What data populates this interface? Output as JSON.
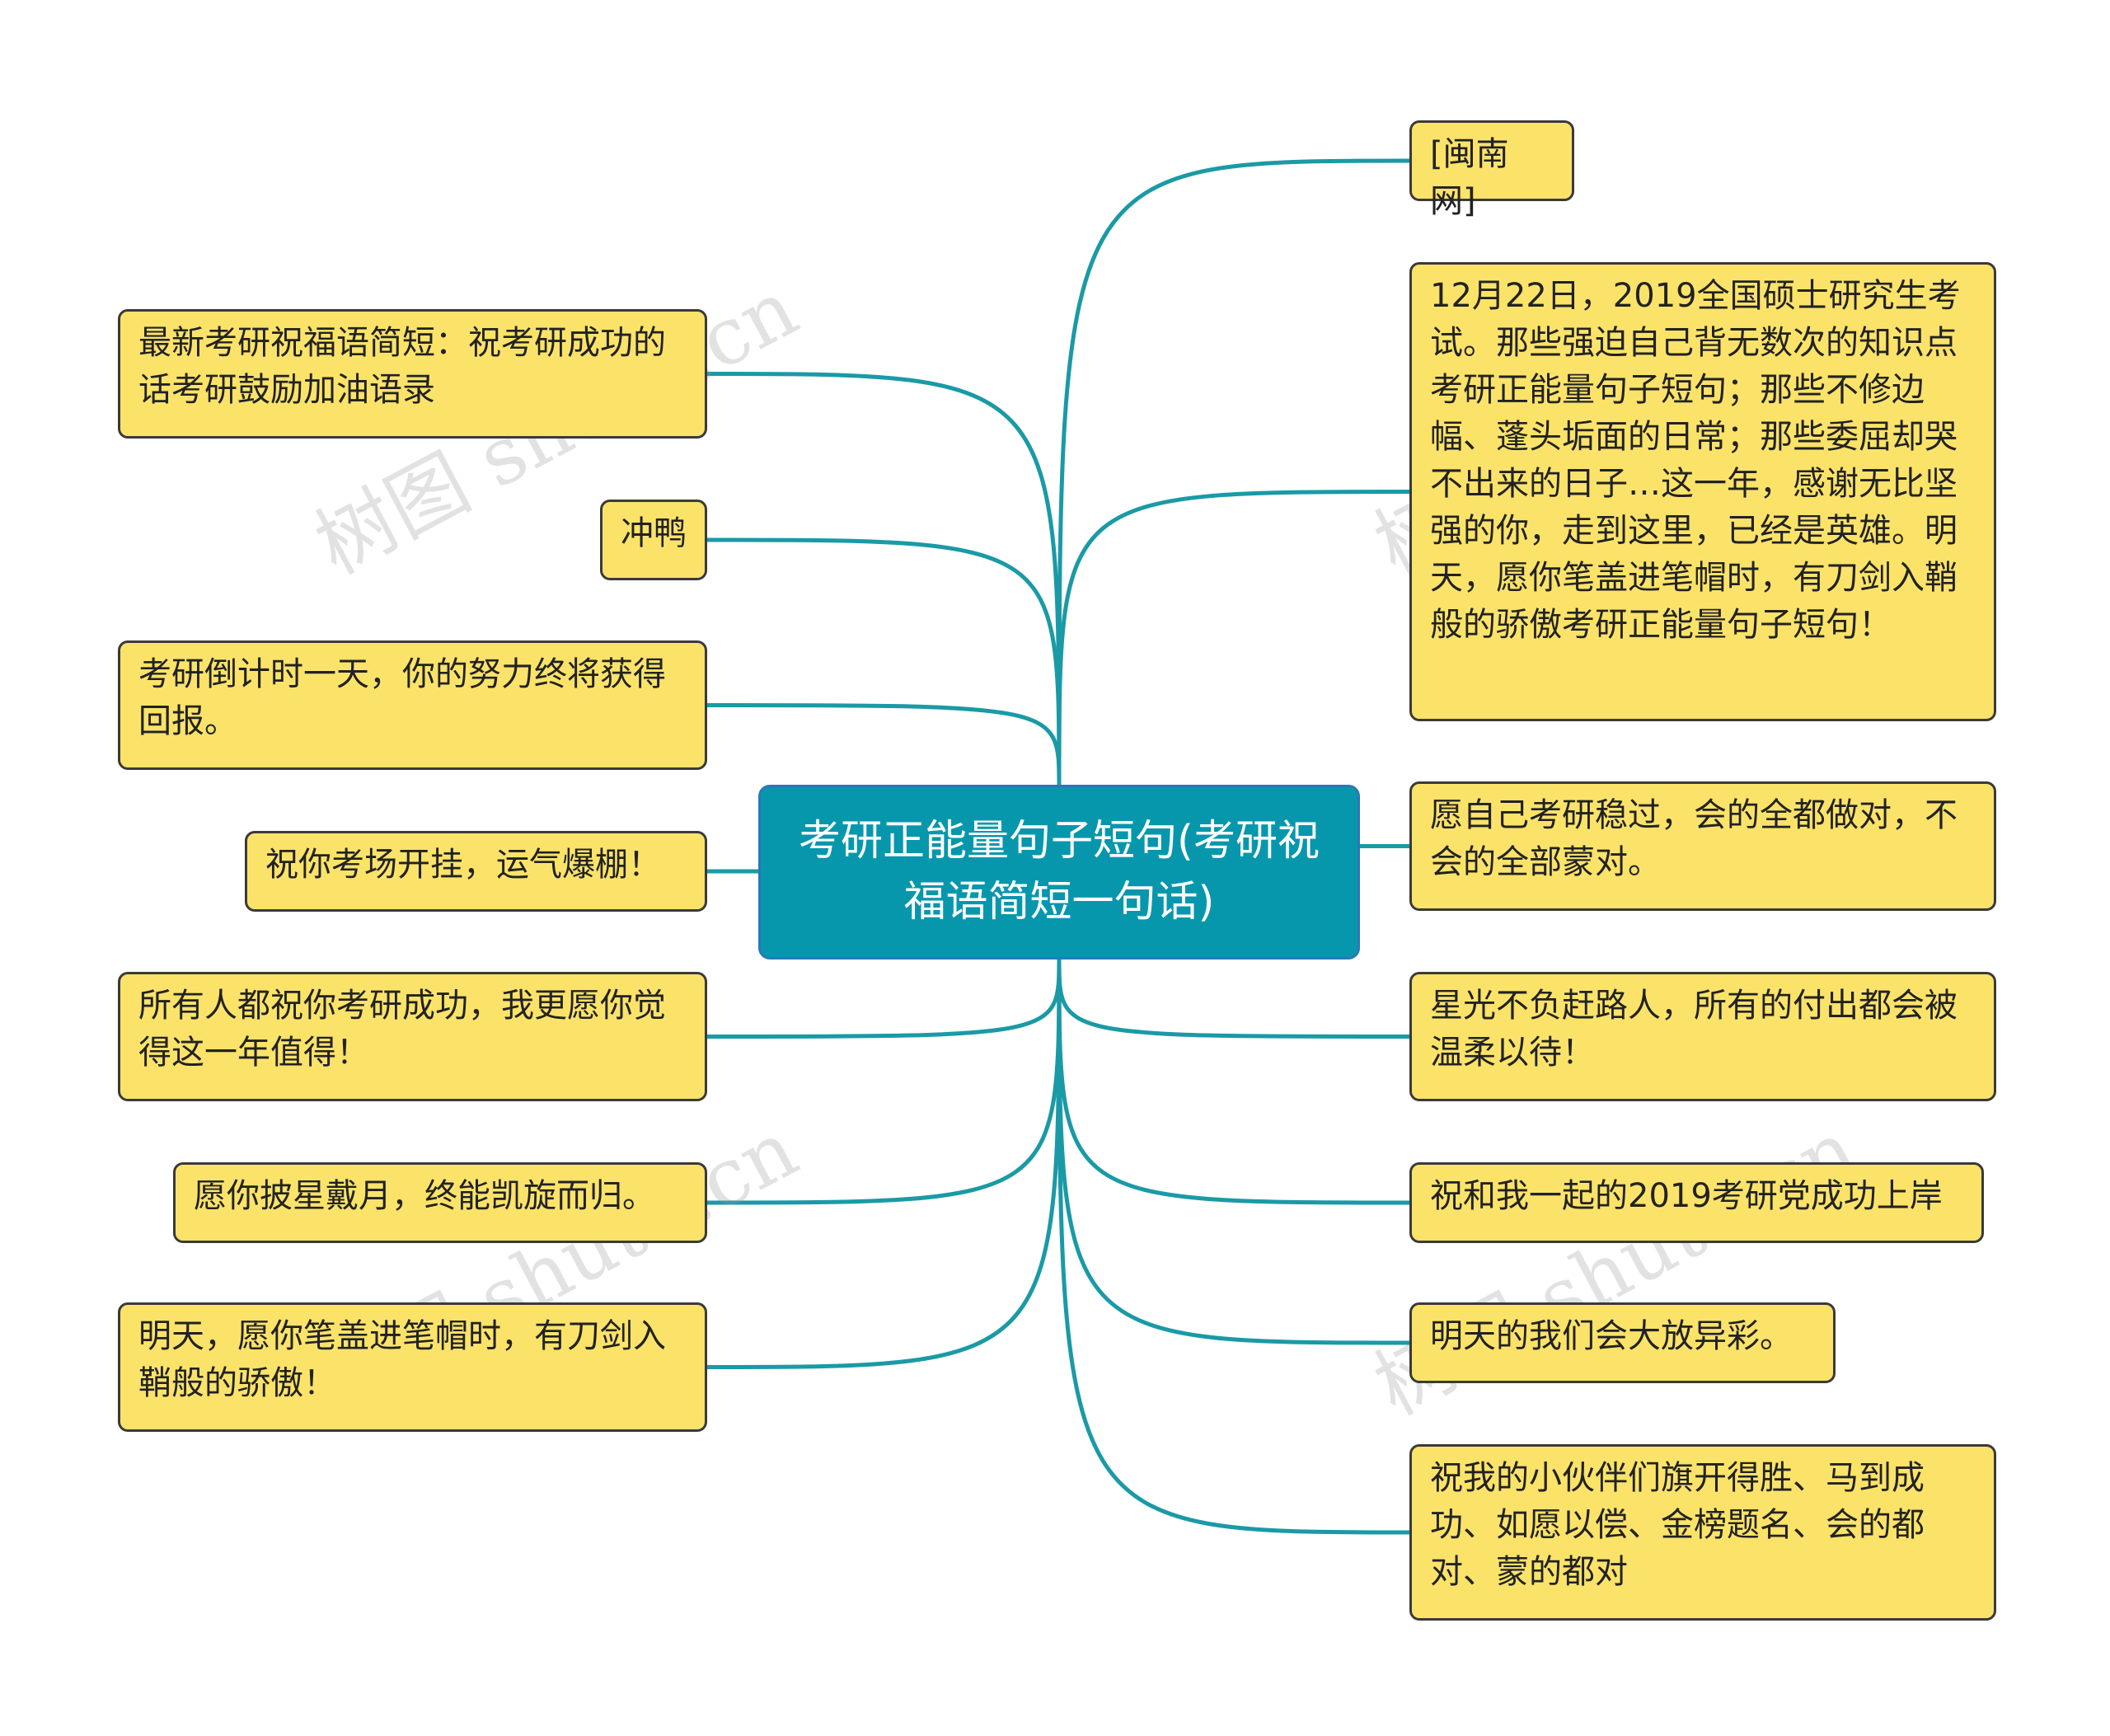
{
  "root": {
    "title": "考研正能量句子短句(考研祝福语简短一句话)"
  },
  "left_nodes": [
    "最新考研祝福语简短：祝考研成功的话考研鼓励加油语录",
    "冲鸭",
    "考研倒计时一天，你的努力终将获得回报。",
    "祝你考场开挂，运气爆棚！",
    "所有人都祝你考研成功，我更愿你觉得这一年值得！",
    "愿你披星戴月，终能凯旋而归。",
    "明天，愿你笔盖进笔帽时，有刀剑入鞘般的骄傲！"
  ],
  "right_nodes": [
    "[闽南网]",
    "12月22日，2019全国硕士研究生考试。那些强迫自己背无数次的知识点考研正能量句子短句；那些不修边幅、蓬头垢面的日常；那些委屈却哭不出来的日子…这一年，感谢无比坚强的你，走到这里，已经是英雄。明天，愿你笔盖进笔帽时，有刀剑入鞘般的骄傲考研正能量句子短句！",
    "愿自己考研稳过，会的全都做对，不会的全部蒙对。",
    "星光不负赶路人，所有的付出都会被温柔以待！",
    "祝和我一起的2019考研党成功上岸",
    "明天的我们会大放异彩。",
    "祝我的小伙伴们旗开得胜、马到成功、如愿以偿、金榜题名、会的都对、蒙的都对"
  ],
  "watermark": "树图 shutu.cn",
  "colors": {
    "link": "#1a9aa6",
    "node_fill": "#fbe36a",
    "root_fill": "#0797ad",
    "root_border": "#2a78b6"
  }
}
